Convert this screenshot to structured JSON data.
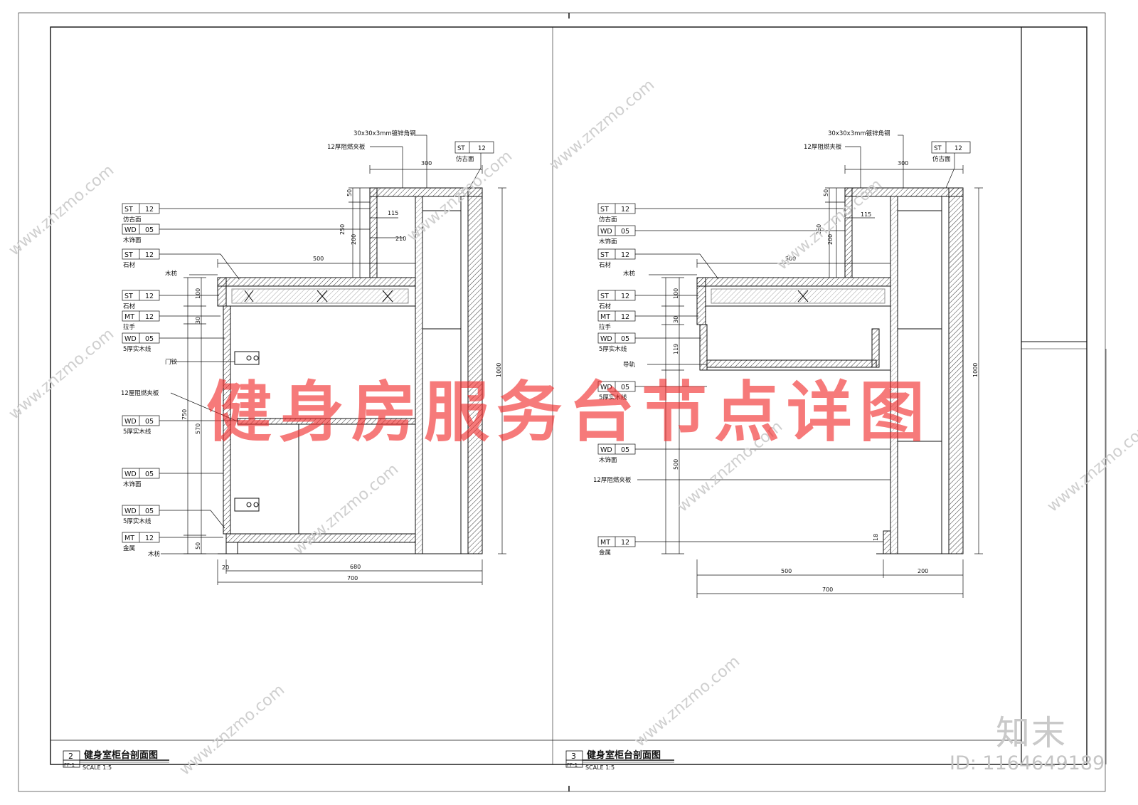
{
  "watermark": {
    "banner": "健身房服务台节点详图",
    "brand": "知末",
    "image_id": "ID: 1164649189",
    "site": "www.znzmo.com"
  },
  "colors": {
    "ink": "#111111",
    "banner": "#f02828",
    "watermark": "#c8c8c8"
  },
  "left": {
    "section_no": "2",
    "sheet_ref": "FF-1",
    "title": "健身室柜台剖面图",
    "scale": "SCALE 1:5",
    "top_notes": {
      "angle_steel": "30x30x3mm镀锌角钢",
      "plywood": "12厚阻燃夹板",
      "antique": "仿古面"
    },
    "tags": [
      {
        "code": "ST",
        "num": "12",
        "desc": "仿古面"
      },
      {
        "code": "WD",
        "num": "05",
        "desc": "木饰面"
      },
      {
        "code": "ST",
        "num": "12",
        "desc": "石材"
      },
      {
        "code": "ST",
        "num": "12",
        "desc": "石材"
      },
      {
        "code": "MT",
        "num": "12",
        "desc": "拉手"
      },
      {
        "code": "WD",
        "num": "05",
        "desc": "5厚实木线"
      },
      {
        "code": "WD",
        "num": "05",
        "desc": "5厚实木线"
      },
      {
        "code": "WD",
        "num": "05",
        "desc": "木饰面"
      },
      {
        "code": "WD",
        "num": "05",
        "desc": "5厚实木线"
      },
      {
        "code": "MT",
        "num": "12",
        "desc": "金属"
      }
    ],
    "notes": {
      "wood_strip": "木枋",
      "hinge": "门铰",
      "panel": "12厘阻燃夹板",
      "wood_strip_2": "木枋"
    },
    "dims": {
      "w300": "300",
      "w500": "500",
      "w115": "115",
      "w210": "210",
      "h50": "50",
      "h250": "250",
      "h200": "200",
      "h100": "100",
      "h30": "30",
      "h750": "750",
      "h570": "570",
      "h50b": "50",
      "h1000": "1000",
      "w20": "20",
      "w680": "680",
      "w700": "700"
    }
  },
  "right": {
    "section_no": "3",
    "sheet_ref": "FF-1",
    "title": "健身室柜台剖面图",
    "scale": "SCALE 1:5",
    "top_notes": {
      "angle_steel": "30x30x3mm镀锌角钢",
      "plywood": "12厚阻燃夹板",
      "antique": "仿古面"
    },
    "tags": [
      {
        "code": "ST",
        "num": "12",
        "desc": "仿古面"
      },
      {
        "code": "WD",
        "num": "05",
        "desc": "木饰面"
      },
      {
        "code": "ST",
        "num": "12",
        "desc": "石材"
      },
      {
        "code": "ST",
        "num": "12",
        "desc": "石材"
      },
      {
        "code": "MT",
        "num": "12",
        "desc": "拉手"
      },
      {
        "code": "WD",
        "num": "05",
        "desc": "5厚实木线"
      },
      {
        "code": "WD",
        "num": "05",
        "desc": "5厚实木线"
      },
      {
        "code": "WD",
        "num": "05",
        "desc": "木饰面"
      },
      {
        "code": "MT",
        "num": "12",
        "desc": "金属"
      }
    ],
    "notes": {
      "wood_strip": "木枋",
      "rail": "导轨",
      "panel": "12厚阻燃夹板"
    },
    "dims": {
      "w300": "300",
      "w500": "500",
      "w115": "115",
      "h50": "50",
      "h250": "250",
      "h200": "200",
      "h100": "100",
      "h30": "30",
      "h119": "119",
      "h500": "500",
      "h1000": "1000",
      "h18": "18",
      "w500b": "500",
      "w200": "200",
      "w700": "700"
    }
  }
}
